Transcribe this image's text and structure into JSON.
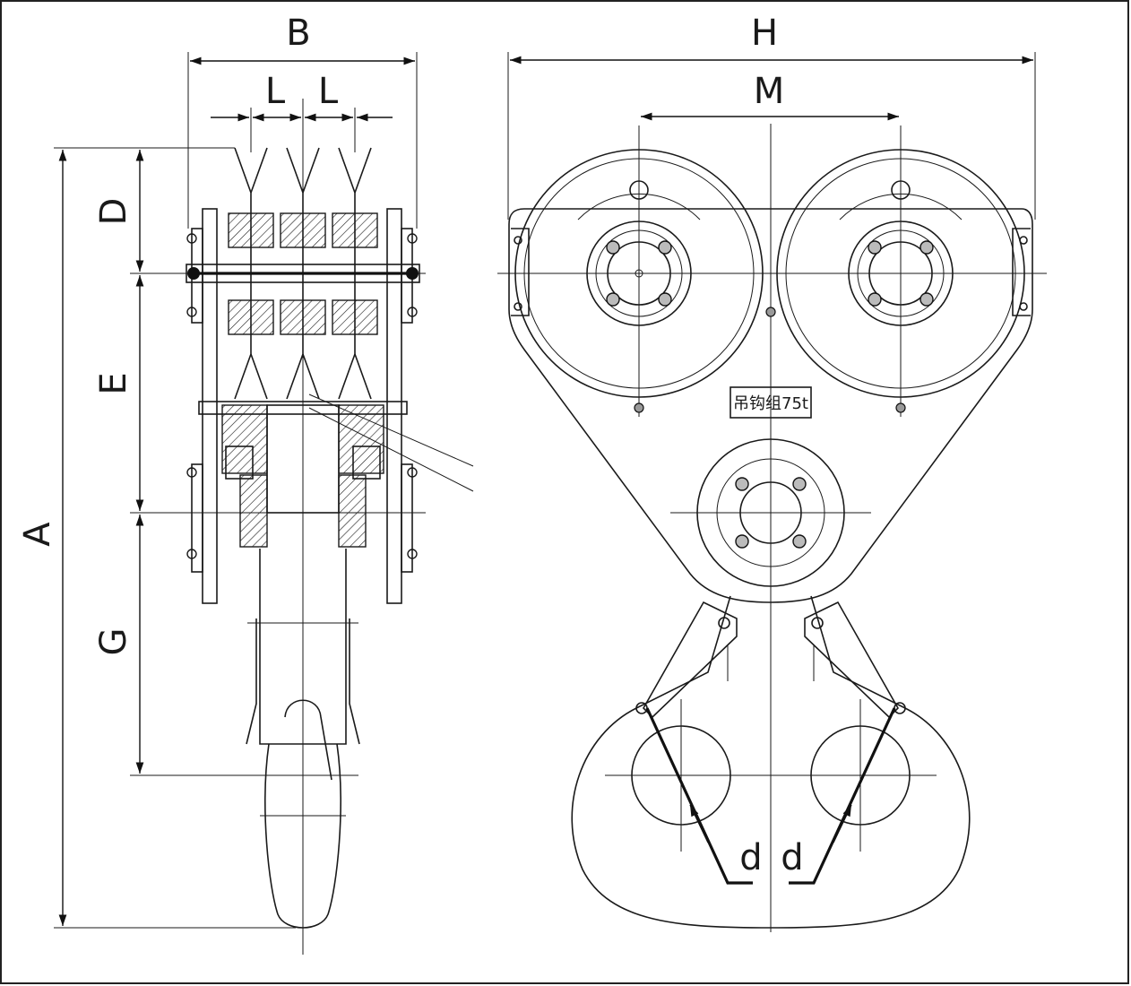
{
  "labels": {
    "A": "A",
    "B": "B",
    "D": "D",
    "E": "E",
    "G": "G",
    "H": "H",
    "L_left": "L",
    "L_right": "L",
    "M": "M",
    "d_left": "d",
    "d_right": "d"
  },
  "nameplate": "吊钩组75t"
}
